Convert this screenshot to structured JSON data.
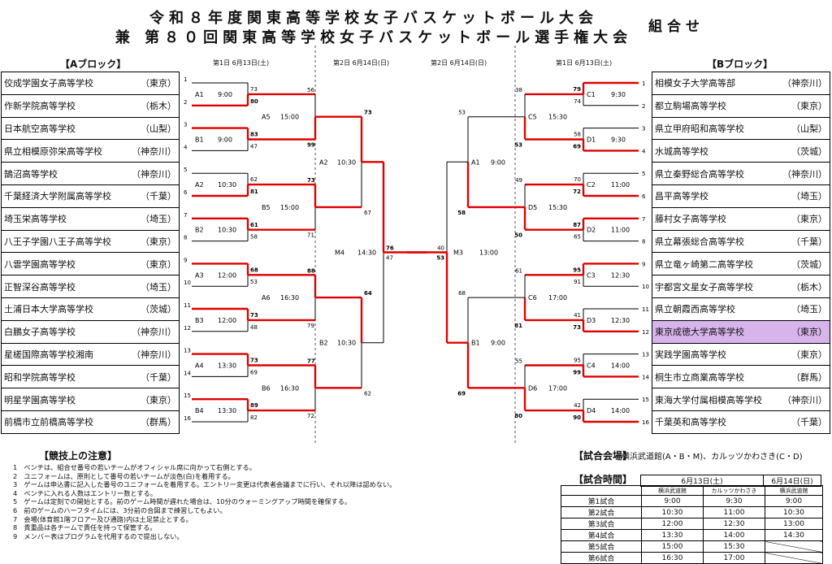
{
  "title": {
    "line1": "令和８年度関東高等学校女子バスケットボール大会",
    "line2": "兼 第８０回関東高等学校女子バスケットボール選手権大会",
    "side": "組合せ"
  },
  "block_a_label": "【Aブロック】",
  "block_b_label": "【Bブロック】",
  "round_labels": {
    "a_r1": "第1日 6月13日(土)",
    "a_r2": "第2日 6月14日(日)",
    "b_r2": "第2日 6月14日(日)",
    "b_r1": "第1日 6月13日(土)"
  },
  "block_a_teams": [
    {
      "name": "佼成学園女子高等学校",
      "pref": "（東京）"
    },
    {
      "name": "作新学院高等学校",
      "pref": "（栃木）"
    },
    {
      "name": "日本航空高等学校",
      "pref": "（山梨）"
    },
    {
      "name": "県立相模原弥栄高等学校",
      "pref": "（神奈川）"
    },
    {
      "name": "鵠沼高等学校",
      "pref": "（神奈川）"
    },
    {
      "name": "千葉経済大学附属高等学校",
      "pref": "（千葉）"
    },
    {
      "name": "埼玉栄高等学校",
      "pref": "（埼玉）"
    },
    {
      "name": "八王子学園八王子高等学校",
      "pref": "（東京）"
    },
    {
      "name": "八雲学園高等学校",
      "pref": "（東京）"
    },
    {
      "name": "正智深谷高等学校",
      "pref": "（埼玉）"
    },
    {
      "name": "土浦日本大学高等学校",
      "pref": "（茨城）"
    },
    {
      "name": "白鵬女子高等学校",
      "pref": "（神奈川）"
    },
    {
      "name": "星槎国際高等学校湘南",
      "pref": "（神奈川）"
    },
    {
      "name": "昭和学院高等学校",
      "pref": "（千葉）"
    },
    {
      "name": "明星学園高等学校",
      "pref": "（東京）"
    },
    {
      "name": "前橋市立前橋高等学校",
      "pref": "（群馬）"
    }
  ],
  "block_b_teams": [
    {
      "name": "相模女子大学高等部",
      "pref": "（神奈川）"
    },
    {
      "name": "都立駒場高等学校",
      "pref": "（東京）"
    },
    {
      "name": "県立甲府昭和高等学校",
      "pref": "（山梨）"
    },
    {
      "name": "水城高等学校",
      "pref": "（茨城）"
    },
    {
      "name": "県立秦野総合高等学校",
      "pref": "（神奈川）"
    },
    {
      "name": "昌平高等学校",
      "pref": "（埼玉）"
    },
    {
      "name": "藤村女子高等学校",
      "pref": "（東京）"
    },
    {
      "name": "県立幕張総合高等学校",
      "pref": "（千葉）"
    },
    {
      "name": "県立竜ヶ崎第二高等学校",
      "pref": "（茨城）"
    },
    {
      "name": "宇都宮文星女子高等学校",
      "pref": "（栃木）"
    },
    {
      "name": "県立朝霞西高等学校",
      "pref": "（埼玉）"
    },
    {
      "name": "東京成徳大学高等学校",
      "pref": "（東京）"
    },
    {
      "name": "実践学園高等学校",
      "pref": "（東京）"
    },
    {
      "name": "桐生市立商業高等学校",
      "pref": "（群馬）"
    },
    {
      "name": "東海大学付属相模高等学校",
      "pref": "（神奈川）"
    },
    {
      "name": "千葉英和高等学校",
      "pref": "（千葉）"
    }
  ],
  "highlight_b_row": 12,
  "colors": {
    "win": "#e00000",
    "line": "#000000",
    "highlight": "#d8b4ec"
  },
  "bracket": {
    "a_r1": [
      {
        "game": "A1",
        "time": "9:00",
        "s1": 73,
        "s2": 80,
        "winner": 2
      },
      {
        "game": "B1",
        "time": "9:00",
        "s1": 83,
        "s2": 47,
        "winner": 1
      },
      {
        "game": "A2",
        "time": "10:30",
        "s1": 62,
        "s2": 81,
        "winner": 2
      },
      {
        "game": "B2",
        "time": "10:30",
        "s1": 61,
        "s2": 58,
        "winner": 1
      },
      {
        "game": "A3",
        "time": "12:00",
        "s1": 68,
        "s2": 53,
        "winner": 1
      },
      {
        "game": "B3",
        "time": "12:00",
        "s1": 73,
        "s2": 48,
        "winner": 1
      },
      {
        "game": "A4",
        "time": "13:30",
        "s1": 73,
        "s2": 69,
        "winner": 1
      },
      {
        "game": "B4",
        "time": "13:30",
        "s1": 89,
        "s2": 82,
        "winner": 1
      }
    ],
    "a_r2": [
      {
        "game": "A5",
        "time": "15:00",
        "s1": 56,
        "s2": 99,
        "winner": 2
      },
      {
        "game": "B5",
        "time": "15:00",
        "s1": 73,
        "s2": 71,
        "winner": 1
      },
      {
        "game": "A6",
        "time": "16:30",
        "s1": 88,
        "s2": 79,
        "winner": 1
      },
      {
        "game": "B6",
        "time": "16:30",
        "s1": 77,
        "s2": 72,
        "winner": 1
      }
    ],
    "a_r3": [
      {
        "game": "A2",
        "time": "10:30",
        "s1": 73,
        "s2": 67,
        "winner": 1
      },
      {
        "game": "B2",
        "time": "10:30",
        "s1": 64,
        "s2": 62,
        "winner": 1
      }
    ],
    "a_final": {
      "game": "M4",
      "time": "14:30",
      "s1": 76,
      "s2": 47
    },
    "b_final": {
      "game": "M3",
      "time": "13:00",
      "s1": 40,
      "s2": 53
    },
    "b_r3": [
      {
        "game": "A1",
        "time": "9:00",
        "s1": 53,
        "s2": 58,
        "winner": 2
      },
      {
        "game": "B1",
        "time": "9:00",
        "s1": 68,
        "s2": 69,
        "winner": 2
      }
    ],
    "b_r2": [
      {
        "game": "C5",
        "time": "15:30",
        "s1": 38,
        "s2": 53,
        "winner": 2
      },
      {
        "game": "D5",
        "time": "15:30",
        "s1": 49,
        "s2": 50,
        "winner": 2
      },
      {
        "game": "C6",
        "time": "17:00",
        "s1": 61,
        "s2": 81,
        "winner": 2
      },
      {
        "game": "D6",
        "time": "17:00",
        "s1": 55,
        "s2": 80,
        "winner": 2
      }
    ],
    "b_r1": [
      {
        "game": "C1",
        "time": "9:30",
        "s1": 79,
        "s2": 74,
        "winner": 1
      },
      {
        "game": "D1",
        "time": "9:30",
        "s1": 58,
        "s2": 69,
        "winner": 2
      },
      {
        "game": "C2",
        "time": "11:00",
        "s1": 70,
        "s2": 72,
        "winner": 2
      },
      {
        "game": "D2",
        "time": "11:00",
        "s1": 87,
        "s2": 65,
        "winner": 1
      },
      {
        "game": "C3",
        "time": "12:30",
        "s1": 95,
        "s2": 91,
        "winner": 1
      },
      {
        "game": "D3",
        "time": "12:30",
        "s1": 41,
        "s2": 73,
        "winner": 2
      },
      {
        "game": "C4",
        "time": "14:00",
        "s1": 95,
        "s2": 99,
        "winner": 2
      },
      {
        "game": "D4",
        "time": "14:00",
        "s1": 42,
        "s2": 90,
        "winner": 2
      }
    ]
  },
  "notes_title": "【競技上の注意】",
  "notes": [
    "1　ベンチは、組合せ番号の若いチームがオフィシャル席に向かって右側とする。",
    "2　ユニフォームは、原則として番号の若いチームが淡色(白)を着用する。",
    "3　ゲームは申込書に記入した番号のユニフォームを着用する。エントリー変更は代表者会議までに行い、それ以降は認めない。",
    "4　ベンチに入れる人数はエントリー数とする。",
    "5　ゲームは定刻での開始とする。前のゲーム時間が遅れた場合は、10分のウォーミングアップ時間を確保する。",
    "6　前のゲームのハーフタイムには、3分前の合図まで練習してもよい。",
    "7　会場(体育館1階フロアー及び通路)内は土足禁止とする。",
    "8　貴重品は各チームで責任を持って保管する。",
    "9　メンバー表はプログラムを代用するので提出しない。"
  ],
  "venue_title": "【試合会場】",
  "venue_text": "横浜武道館(A・B・M)、カルッツかわさき(C・D)",
  "time_title": "【試合時間】",
  "time_table": {
    "day1": "6月13日(土)",
    "day2": "6月14日(日)",
    "venue1": "横浜武道館",
    "venue2": "カルッツかわさき",
    "venue3": "横浜武道館",
    "rows": [
      {
        "label": "第1試合",
        "c1": "9:00",
        "c2": "9:30",
        "c3": "9:00"
      },
      {
        "label": "第2試合",
        "c1": "10:30",
        "c2": "11:00",
        "c3": "10:30"
      },
      {
        "label": "第3試合",
        "c1": "12:00",
        "c2": "12:30",
        "c3": "13:00"
      },
      {
        "label": "第4試合",
        "c1": "13:30",
        "c2": "14:00",
        "c3": "14:30"
      },
      {
        "label": "第5試合",
        "c1": "15:00",
        "c2": "15:30",
        "c3": ""
      },
      {
        "label": "第6試合",
        "c1": "16:30",
        "c2": "17:00",
        "c3": ""
      }
    ]
  }
}
